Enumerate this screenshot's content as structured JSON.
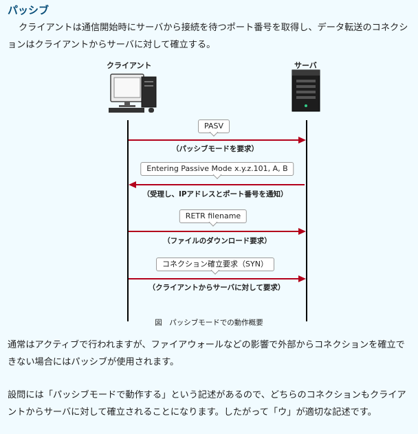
{
  "title": "パッシブ",
  "intro": "クライアントは通信開始時にサーバから接続を待つポート番号を取得し、データ転送のコネクションはクライアントからサーバに対して確立する。",
  "diagram": {
    "client_label": "クライアント",
    "server_label": "サーバ",
    "caption": "図　パッシブモードでの動作概要",
    "messages": [
      {
        "box": "PASV",
        "label": "（パッシブモードを要求）",
        "direction": "client-to-server"
      },
      {
        "box": "Entering Passive Mode  x.y.z.101, A, B",
        "label": "（受理し、IPアドレスとポート番号を通知）",
        "direction": "server-to-client"
      },
      {
        "box": "RETR  filename",
        "label": "（ファイルのダウンロード要求）",
        "direction": "client-to-server"
      },
      {
        "box": "コネクション確立要求（SYN）",
        "label": "（クライアントからサーバに対して要求）",
        "direction": "client-to-server"
      }
    ],
    "arrow_color": "#b3001b"
  },
  "note1": "通常はアクティブで行われますが、ファイアウォールなどの影響で外部からコネクションを確立できない場合にはパッシブが使用されます。",
  "note2": "設問には「パッシブモードで動作する」という記述があるので、どちらのコネクションもクライアントからサーバに対して確立されることになります。したがって「ウ」が適切な記述です。"
}
